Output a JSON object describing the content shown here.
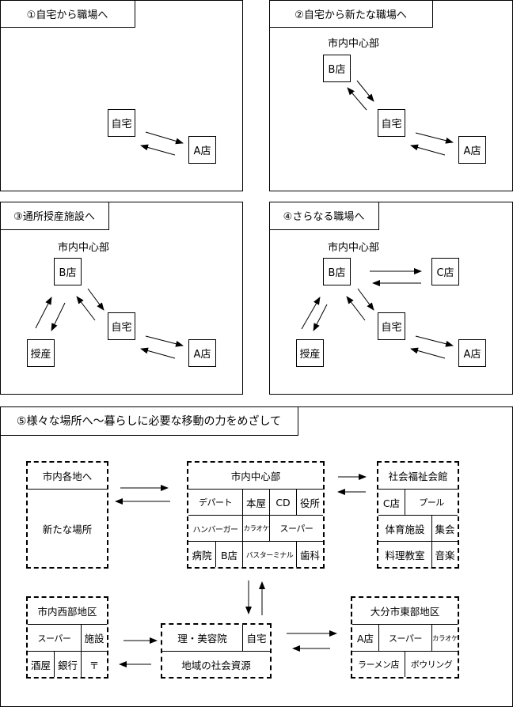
{
  "panels": {
    "p1": {
      "title": "①自宅から職場へ",
      "nodes": {
        "home": "自宅",
        "a": "A店"
      }
    },
    "p2": {
      "title": "②自宅から新たな職場へ",
      "area": "市内中心部",
      "nodes": {
        "b": "B店",
        "home": "自宅",
        "a": "A店"
      }
    },
    "p3": {
      "title": "③通所授産施設へ",
      "area": "市内中心部",
      "nodes": {
        "b": "B店",
        "home": "自宅",
        "a": "A店",
        "jusan": "授産"
      }
    },
    "p4": {
      "title": "④さらなる職場へ",
      "area": "市内中心部",
      "nodes": {
        "b": "B店",
        "c": "C店",
        "home": "自宅",
        "a": "A店",
        "jusan": "授産"
      }
    },
    "p5": {
      "title": "⑤様々な場所へ～暮らしに必要な移動の力をめざして",
      "kakuchi": {
        "header": "市内各地へ",
        "body": "新たな場所"
      },
      "chushin": {
        "header": "市内中心部",
        "rows": [
          [
            "デパート",
            "本屋",
            "CD",
            "役所"
          ],
          [
            "ハンバーガー",
            "カラオケ",
            "スーパー"
          ],
          [
            "病院",
            "B店",
            "バスターミナル",
            "歯科"
          ]
        ]
      },
      "fukushi": {
        "header": "社会福祉会館",
        "rows": [
          [
            "C店",
            "プール"
          ],
          [
            "体育施設",
            "集会"
          ],
          [
            "料理教室",
            "音楽"
          ]
        ]
      },
      "seibu": {
        "header": "市内西部地区",
        "rows": [
          [
            "スーパー",
            "施設"
          ],
          [
            "酒屋",
            "銀行",
            "〒"
          ]
        ]
      },
      "home": {
        "cells": [
          "理・美容院",
          "自宅"
        ],
        "footer": "地域の社会資源"
      },
      "tobu": {
        "header": "大分市東部地区",
        "rows": [
          [
            "A店",
            "スーパー",
            "カラオケ"
          ],
          [
            "ラーメン店",
            "ボウリング"
          ]
        ]
      }
    }
  }
}
